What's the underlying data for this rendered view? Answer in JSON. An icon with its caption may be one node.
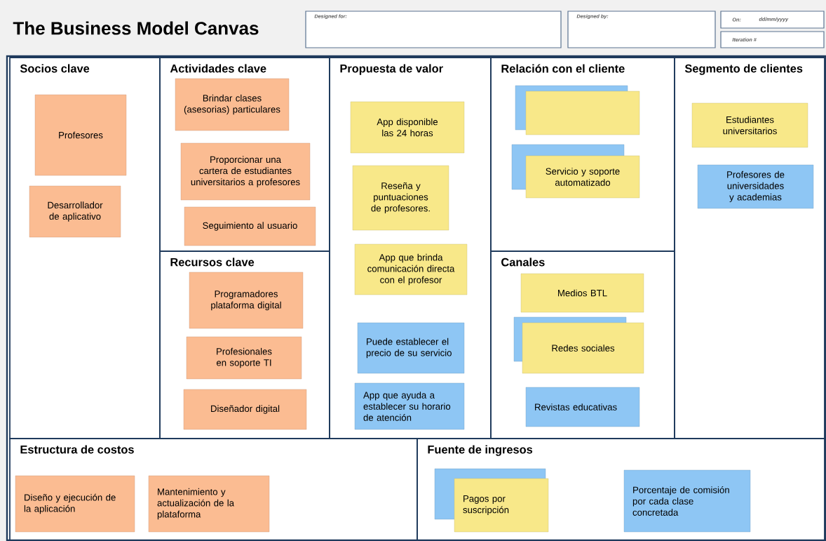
{
  "diagram": {
    "title": "The Business Model Canvas",
    "nodes": [
      {
        "text": [
          "Designed for:"
        ]
      },
      {
        "text": [
          "Designed by:"
        ]
      },
      {
        "text": [
          "On:",
          "dd/mm/yyyy"
        ]
      },
      {
        "text": [
          "Iteration #"
        ]
      },
      {
        "text": [
          "Socios clave"
        ]
      },
      {
        "text": [
          "Profesores"
        ],
        "in": 4
      },
      {
        "text": [
          "Desarrollador de aplicativo"
        ],
        "in": 4
      },
      {
        "text": [
          "Actividades clave"
        ]
      },
      {
        "text": [
          "Brindar clases (asesorias) particulares"
        ],
        "in": 7
      },
      {
        "text": [
          "Proporcionar una cartera de estudiantes universitarios a profesores"
        ],
        "in": 7
      },
      {
        "text": [
          "Seguimiento al usuario"
        ],
        "in": 7
      },
      {
        "text": [
          "Recursos clave"
        ]
      },
      {
        "text": [
          "Programadores plataforma digital"
        ],
        "in": 11
      },
      {
        "text": [
          "Profesionales en soporte TI"
        ],
        "in": 11
      },
      {
        "text": [
          "Diseñador digital"
        ],
        "in": 11
      },
      {
        "text": [
          "Propuesta de valor"
        ]
      },
      {
        "text": [
          "App disponible las 24 horas"
        ],
        "in": 15
      },
      {
        "text": [
          "Reseña y puntuaciones de profesores."
        ],
        "in": 15
      },
      {
        "text": [
          "App que brinda comunicación directa con el profesor"
        ],
        "in": 15
      },
      {
        "text": [
          "Puede establecer el precio de su servicio"
        ],
        "in": 15
      },
      {
        "text": [
          "App que ayuda a establecer su horario de atención"
        ],
        "in": 15
      },
      {
        "text": [
          "Relación con el cliente"
        ]
      },
      {
        "text": [],
        "shape": "box",
        "in": 21
      },
      {
        "text": [
          "Servicio y soporte automatizado"
        ],
        "in": 21
      },
      {
        "text": [
          "Canales"
        ]
      },
      {
        "text": [
          "Medios BTL"
        ],
        "in": 24
      },
      {
        "text": [
          "Redes sociales"
        ],
        "in": 24
      },
      {
        "text": [
          "Revistas educativas"
        ],
        "in": 24
      },
      {
        "text": [
          "Segmento de clientes"
        ]
      },
      {
        "text": [
          "Estudiantes universitarios"
        ],
        "in": 28
      },
      {
        "text": [
          "Profesores de universidades y academias"
        ],
        "in": 28
      },
      {
        "text": [
          "Estructura de costos"
        ]
      },
      {
        "text": [
          "Diseño y ejecución de la aplicación"
        ],
        "in": 31
      },
      {
        "text": [
          "Mantenimiento y actualización de la plataforma"
        ],
        "in": 31
      },
      {
        "text": [
          "Fuente de ingresos"
        ]
      },
      {
        "text": [
          "Pagos por suscripción"
        ],
        "in": 34
      },
      {
        "text": [
          "Porcentaje de comisión por cada clase concretada"
        ],
        "in": 34
      }
    ]
  }
}
